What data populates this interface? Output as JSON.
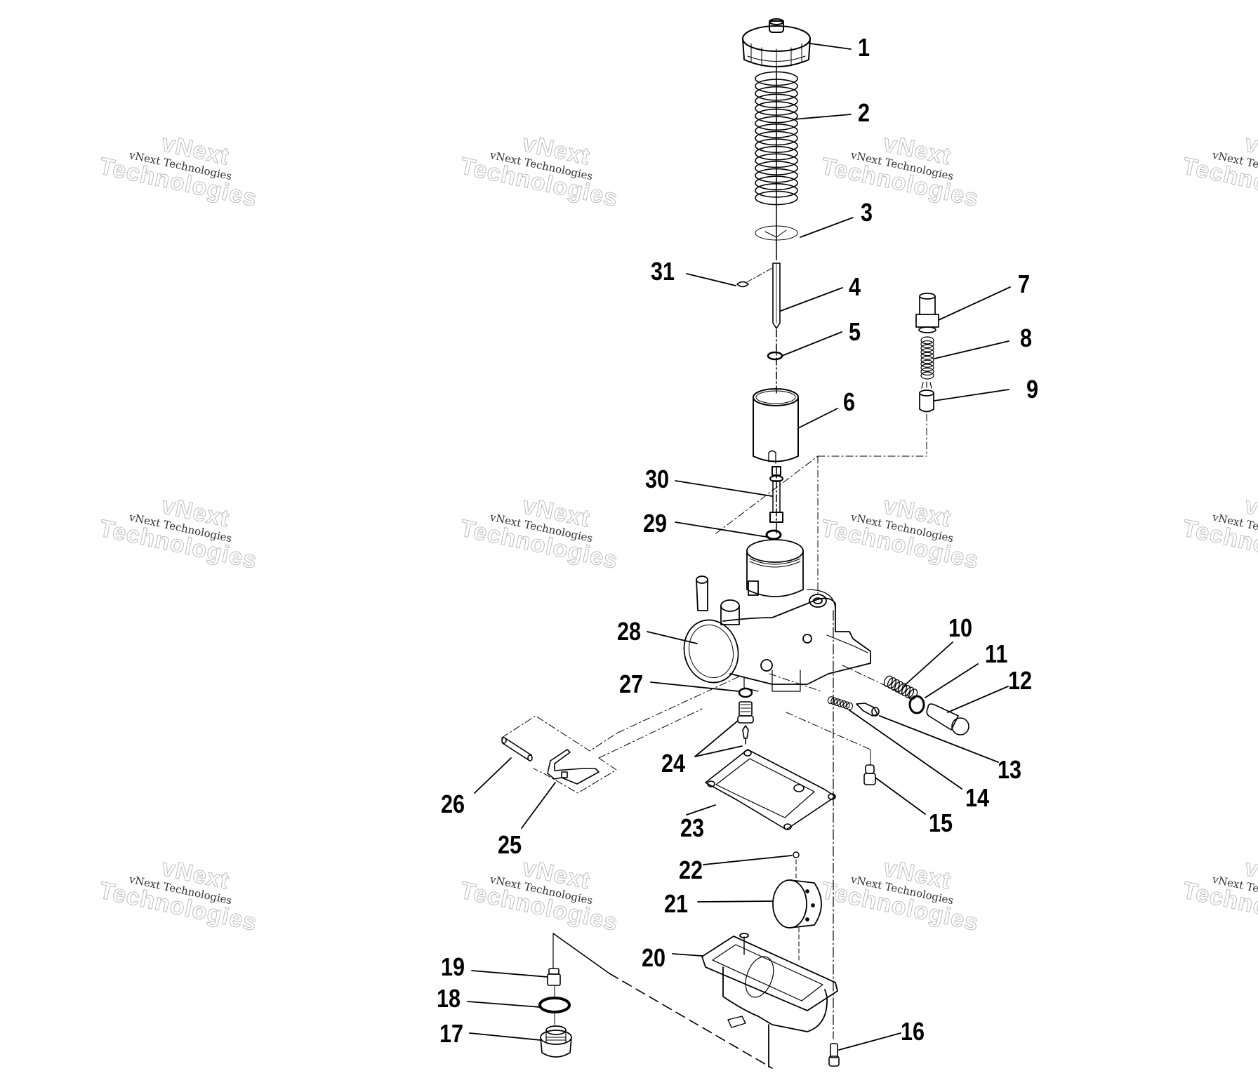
{
  "diagram": {
    "type": "exploded-parts-diagram",
    "subject": "carburetor assembly",
    "watermark": {
      "small_text": "vNext Technologies",
      "large_line1": "vNext",
      "large_line2": "Technologies"
    },
    "callouts": [
      {
        "id": "1",
        "label": "1"
      },
      {
        "id": "2",
        "label": "2"
      },
      {
        "id": "3",
        "label": "3"
      },
      {
        "id": "4",
        "label": "4"
      },
      {
        "id": "5",
        "label": "5"
      },
      {
        "id": "6",
        "label": "6"
      },
      {
        "id": "7",
        "label": "7"
      },
      {
        "id": "8",
        "label": "8"
      },
      {
        "id": "9",
        "label": "9"
      },
      {
        "id": "10",
        "label": "10"
      },
      {
        "id": "11",
        "label": "11"
      },
      {
        "id": "12",
        "label": "12"
      },
      {
        "id": "13",
        "label": "13"
      },
      {
        "id": "14",
        "label": "14"
      },
      {
        "id": "15",
        "label": "15"
      },
      {
        "id": "16",
        "label": "16"
      },
      {
        "id": "17",
        "label": "17"
      },
      {
        "id": "18",
        "label": "18"
      },
      {
        "id": "19",
        "label": "19"
      },
      {
        "id": "20",
        "label": "20"
      },
      {
        "id": "21",
        "label": "21"
      },
      {
        "id": "22",
        "label": "22"
      },
      {
        "id": "23",
        "label": "23"
      },
      {
        "id": "24",
        "label": "24"
      },
      {
        "id": "25",
        "label": "25"
      },
      {
        "id": "26",
        "label": "26"
      },
      {
        "id": "27",
        "label": "27"
      },
      {
        "id": "28",
        "label": "28"
      },
      {
        "id": "29",
        "label": "29"
      },
      {
        "id": "30",
        "label": "30"
      },
      {
        "id": "31",
        "label": "31"
      }
    ]
  }
}
